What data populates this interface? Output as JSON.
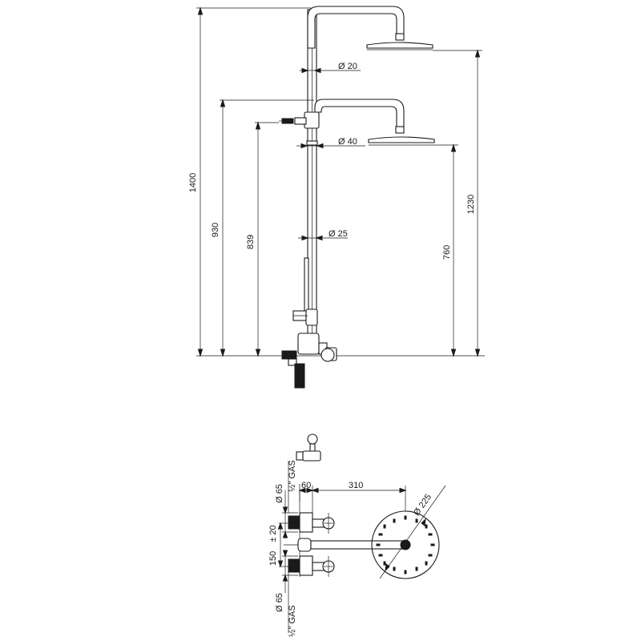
{
  "elevation": {
    "diameter_labels": {
      "upper_arm": "Ø 20",
      "shower_head": "Ø 40",
      "column": "Ø 25"
    },
    "height_labels": {
      "total": "1400",
      "arm_outlet": "930",
      "hand_shower_outlet": "839",
      "upper_head": "1230",
      "lower_head": "760"
    }
  },
  "plan": {
    "labels": {
      "gas_top": "½\" GAS",
      "gas_bottom": "½\" GAS",
      "dia_top": "Ø 65",
      "dia_bottom": "Ø 65",
      "offset_60": "60",
      "reach_310": "310",
      "head_dia": "Ø 225",
      "tolerance": "± 20",
      "centres_150": "150"
    }
  }
}
